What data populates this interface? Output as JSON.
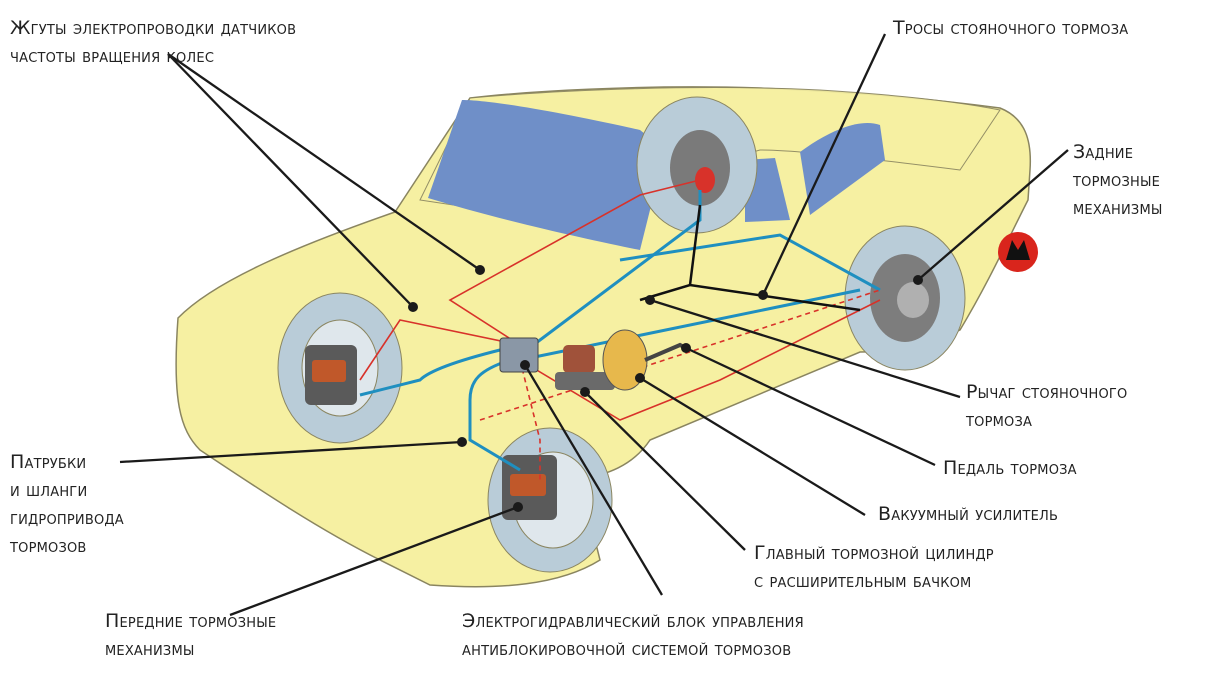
{
  "diagram": {
    "colors": {
      "car_body": "#f6f0a2",
      "car_outline": "#8a8560",
      "windows": "#6f8fc8",
      "tire": "#b9ccd8",
      "brake_line": "#1f8fc0",
      "sensor_wire": "#d8322a",
      "leader_line": "#1a1a1a",
      "caliper": "#5a5a5a"
    },
    "labels": {
      "sensor_harness": [
        "Жгуты электропроводки датчиков",
        "частоты вращения колес"
      ],
      "parking_cables": [
        "Тросы стояночного тормоза"
      ],
      "rear_brakes": [
        "Задние",
        "тормозные",
        "механизмы"
      ],
      "parking_lever": [
        "Рычаг стояночного",
        "тормоза"
      ],
      "brake_pedal": [
        "Педаль тормоза"
      ],
      "vacuum_booster": [
        "Вакуумный усилитель"
      ],
      "master_cylinder": [
        "Главный тормозной цилиндр",
        "с расширительным бачком"
      ],
      "abs_unit": [
        "Электрогидравлический блок управления",
        "антиблокировочной системой тормозов"
      ],
      "front_brakes": [
        "Передние тормозные",
        "механизмы"
      ],
      "hoses": [
        "Патрубки",
        "и шланги",
        "гидропривода",
        "тормозов"
      ]
    }
  }
}
